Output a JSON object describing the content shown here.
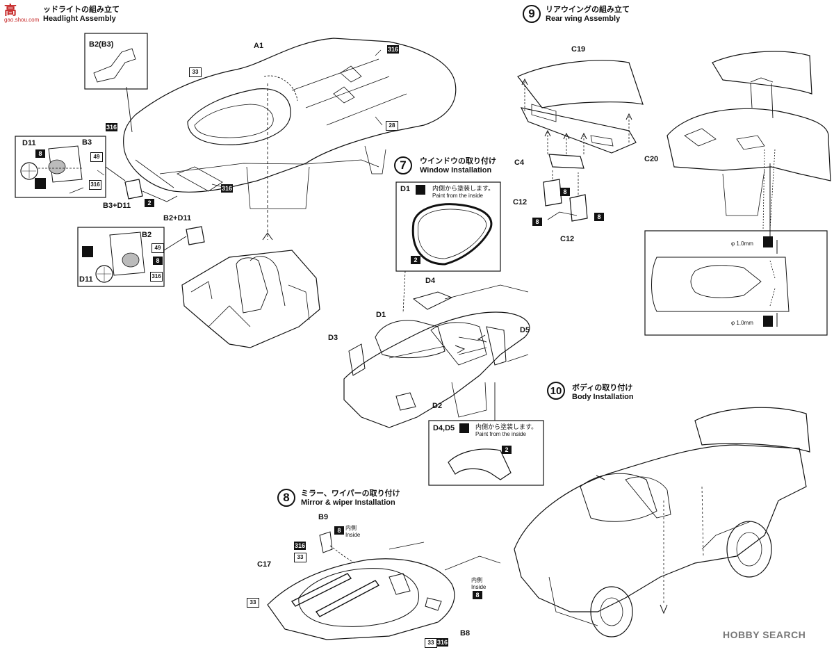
{
  "watermark": {
    "logo_text": "高",
    "logo_sub": "gao.shou.com",
    "hobby_search": "HOBBY SEARCH"
  },
  "headlight": {
    "title_jp": "ッドライトの組み立て",
    "title_en": "Headlight  Assembly"
  },
  "step7": {
    "number": "7",
    "title_jp": "ウインドウの取り付け",
    "title_en": "Window Installation",
    "note1_jp": "内側から塗装します。",
    "note1_en": "Paint from the inside",
    "note2_jp": "内側から塗装します。",
    "note2_en": "Paint from the inside"
  },
  "step8": {
    "number": "8",
    "title_jp": "ミラー、ワイパーの取り付け",
    "title_en": "Mirror & wiper Installation",
    "inside_jp": "内側",
    "inside_en": "Inside"
  },
  "step9": {
    "number": "9",
    "title_jp": "リアウイングの組み立て",
    "title_en": "Rear wing Assembly",
    "dim1": "φ 1.0mm",
    "dim2": "φ 1.0mm"
  },
  "step10": {
    "number": "10",
    "title_jp": "ボディの取り付け",
    "title_en": "Body Installation"
  },
  "labels": {
    "b2b3": "B2(B3)",
    "a1": "A1",
    "d11a": "D11",
    "b3": "B3",
    "b3d11": "B3+D11",
    "b2d11": "B2+D11",
    "b2": "B2",
    "d11b": "D11",
    "c19": "C19",
    "c4": "C4",
    "c12a": "C12",
    "c12b": "C12",
    "c20": "C20",
    "d1a": "D1",
    "d4": "D4",
    "d1b": "D1",
    "d3": "D3",
    "d5": "D5",
    "d2": "D2",
    "d4d5": "D4,D5",
    "b9": "B9",
    "c17": "C17",
    "b8": "B8"
  },
  "badges": {
    "n316_top": "316",
    "n33_body": "33",
    "n316_left": "316",
    "n28": "28",
    "n2_head": "2",
    "n316_head": "316",
    "n8_d11": "8",
    "n49_d11": "49",
    "n316_d11": "316",
    "n49_b2": "49",
    "n8_b2": "8",
    "n316_b2": "316",
    "n8_c12a": "8",
    "n8_c12b": "8",
    "n8_c12c": "8",
    "n2_win": "2",
    "n2_d4d5": "2",
    "n316_mirror": "316",
    "n8_mirror": "8",
    "n33_mirror": "33",
    "n33_wiper": "33",
    "n8_inside": "8",
    "n33_bottom": "33",
    "n316_bottom": "316"
  }
}
